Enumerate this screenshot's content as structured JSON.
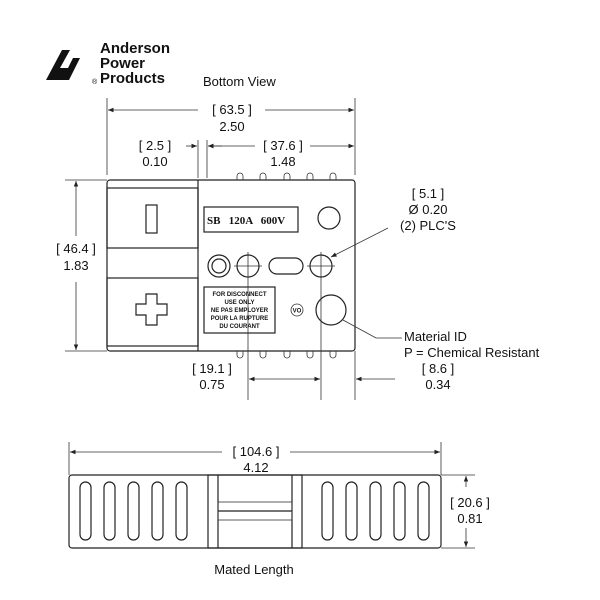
{
  "logo": {
    "line1": "Anderson",
    "line2": "Power",
    "line3": "Products",
    "reg": "®"
  },
  "bottom_view": {
    "title": "Bottom View",
    "overall_width": {
      "mm": "[ 63.5 ]",
      "in": "2.50"
    },
    "edge_offset": {
      "mm": "[ 2.5 ]",
      "in": "0.10"
    },
    "housing_width": {
      "mm": "[ 37.6 ]",
      "in": "1.48"
    },
    "height": {
      "mm": "[ 46.4 ]",
      "in": "1.83"
    },
    "hole": {
      "mm": "[ 5.1 ]",
      "in": "Ø 0.20",
      "qty": "(2) PLC'S"
    },
    "label_text": "SB   120A   600V",
    "warning_lines": [
      "FOR DISCONNECT",
      "USE ONLY",
      "NE PAS EMPLOYER",
      "POUR LA RUPTURE",
      "DU COURANT"
    ],
    "vo_mark": "VO",
    "material_id": {
      "label": "Material ID",
      "value": "P =  Chemical Resistant"
    },
    "hole_spacing": {
      "mm": "[ 19.1 ]",
      "in": "0.75"
    },
    "side_offset": {
      "mm": "[ 8.6 ]",
      "in": "0.34"
    }
  },
  "mated_view": {
    "title": "Mated Length",
    "length": {
      "mm": "[ 104.6 ]",
      "in": "4.12"
    },
    "height": {
      "mm": "[ 20.6 ]",
      "in": "0.81"
    }
  }
}
